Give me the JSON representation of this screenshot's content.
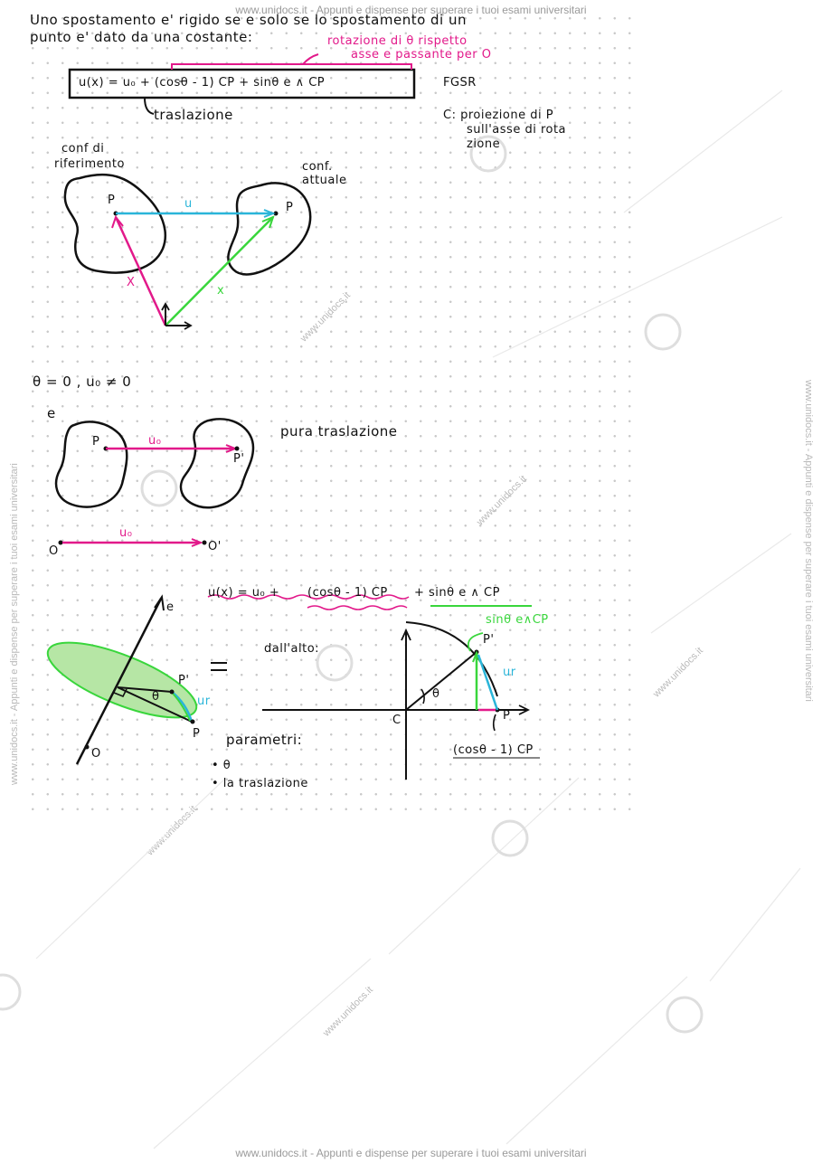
{
  "watermark": {
    "text": "www.unidocs.it - Appunti e dispense per superare i tuoi esami universitari",
    "short": "www.unidocs.it"
  },
  "notes": {
    "line1": "Uno spostamento e' rigido se e solo se lo spostamento di un",
    "line2": "punto e' dato da una costante:",
    "rotation_label_1": "rotazione di θ rispetto",
    "rotation_label_2": "asse e passante per O",
    "formula": "u(x) = u₀ + (cosθ - 1) CP + sinθ e ∧ CP",
    "fgsr": "FGSR",
    "translation_label": "traslazione",
    "c_note_1": "C: proiezione di P",
    "c_note_2": "sull'asse di rota",
    "c_note_3": "zione",
    "conf_ref_1": "conf di",
    "conf_ref_2": "riferimento",
    "conf_cur_1": "conf.",
    "conf_cur_2": "attuale",
    "label_p": "P",
    "label_p_prime": "P'",
    "label_u": "u",
    "label_x_bold": "X",
    "label_x": "x",
    "case_condition": "θ = 0 , u₀ ≠ 0",
    "case_e": "e",
    "pure_translation": "pura traslazione",
    "label_u0": "u₀",
    "label_o": "O",
    "label_o_prime": "O'",
    "formula2_prefix": "u(x) = u₀ +",
    "formula2_cos": "(cosθ - 1) CP",
    "formula2_sin": "+ sinθ e ∧ CP",
    "label_sin_e_cp": "sinθ e∧CP",
    "label_ur": "ur",
    "from_above": "dall'alto:",
    "equals": "=",
    "label_c": "C",
    "label_theta": "θ",
    "label_e": "e",
    "params_title": "parametri:",
    "param_1": "• θ",
    "param_2": "• la traslazione",
    "cos_label": "(cosθ - 1) CP"
  }
}
